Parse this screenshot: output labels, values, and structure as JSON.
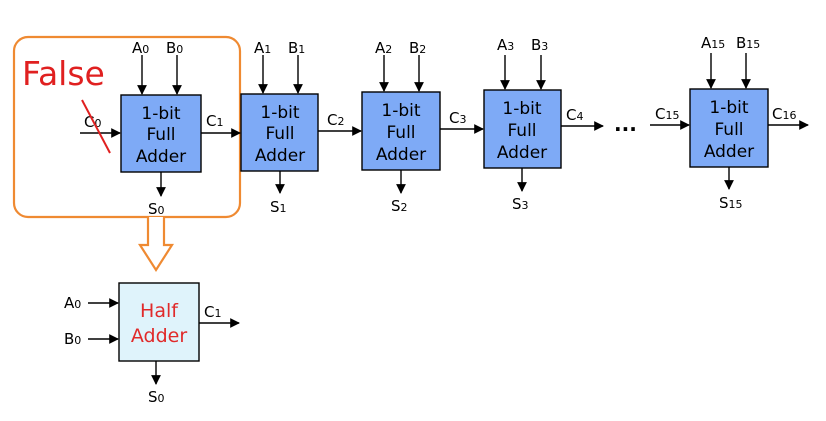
{
  "colors": {
    "full_adder_fill": "#7eaaf6",
    "half_adder_fill": "#dff3fb",
    "highlight_orange": "#ef8a32",
    "false_red": "#e02020",
    "half_adder_text": "#e02a2a"
  },
  "false_label": "False",
  "dots": "...",
  "adders": [
    {
      "line1": "1-bit",
      "line2": "Full",
      "line3": "Adder",
      "a": "A",
      "a_sub": "0",
      "b": "B",
      "b_sub": "0",
      "cin": "C",
      "cin_sub": "0",
      "cout": "C",
      "cout_sub": "1",
      "s": "S",
      "s_sub": "0"
    },
    {
      "line1": "1-bit",
      "line2": "Full",
      "line3": "Adder",
      "a": "A",
      "a_sub": "1",
      "b": "B",
      "b_sub": "1",
      "cout": "C",
      "cout_sub": "2",
      "s": "S",
      "s_sub": "1"
    },
    {
      "line1": "1-bit",
      "line2": "Full",
      "line3": "Adder",
      "a": "A",
      "a_sub": "2",
      "b": "B",
      "b_sub": "2",
      "cout": "C",
      "cout_sub": "3",
      "s": "S",
      "s_sub": "2"
    },
    {
      "line1": "1-bit",
      "line2": "Full",
      "line3": "Adder",
      "a": "A",
      "a_sub": "3",
      "b": "B",
      "b_sub": "3",
      "cout": "C",
      "cout_sub": "4",
      "s": "S",
      "s_sub": "3"
    },
    {
      "line1": "1-bit",
      "line2": "Full",
      "line3": "Adder",
      "a": "A",
      "a_sub": "15",
      "b": "B",
      "b_sub": "15",
      "cin": "C",
      "cin_sub": "15",
      "cout": "C",
      "cout_sub": "16",
      "s": "S",
      "s_sub": "15"
    }
  ],
  "half_adder": {
    "line1": "Half",
    "line2": "Adder",
    "a": "A",
    "a_sub": "0",
    "b": "B",
    "b_sub": "0",
    "cout": "C",
    "cout_sub": "1",
    "s": "S",
    "s_sub": "0"
  }
}
